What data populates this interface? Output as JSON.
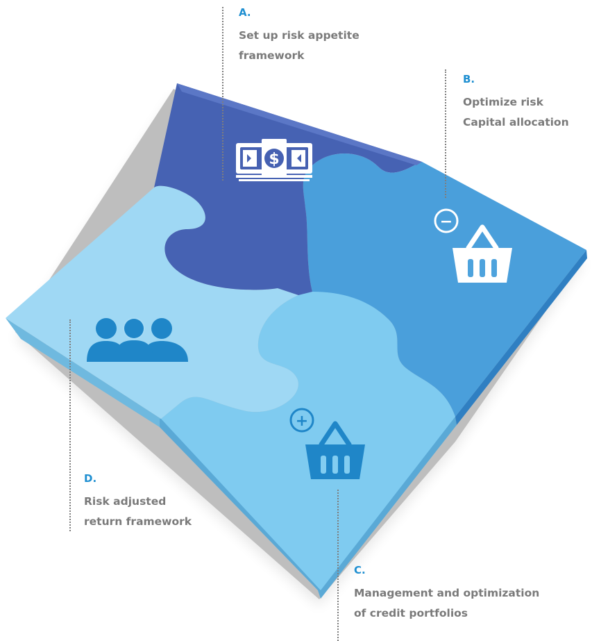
{
  "steps": {
    "a": {
      "letter": "A.",
      "title": "Set up risk appetite\nframework"
    },
    "b": {
      "letter": "B.",
      "title": "Optimize risk\nCapital allocation"
    },
    "c": {
      "letter": "C.",
      "title": "Management and optimization\nof credit portfolios"
    },
    "d": {
      "letter": "D.",
      "title": "Risk adjusted\nreturn framework"
    }
  },
  "icons": {
    "a": "money-icon",
    "b": "basket-minus-icon",
    "c": "basket-plus-icon",
    "d": "people-icon"
  },
  "colors": {
    "piece_a": "#4662b3",
    "piece_b": "#4a9fdb",
    "piece_c": "#7fcbf0",
    "piece_d": "#9fd8f4",
    "accent": "#1f8fd1",
    "text": "#7a7a7a"
  },
  "symbols": {
    "dollar": "$",
    "minus": "−",
    "plus": "+"
  }
}
